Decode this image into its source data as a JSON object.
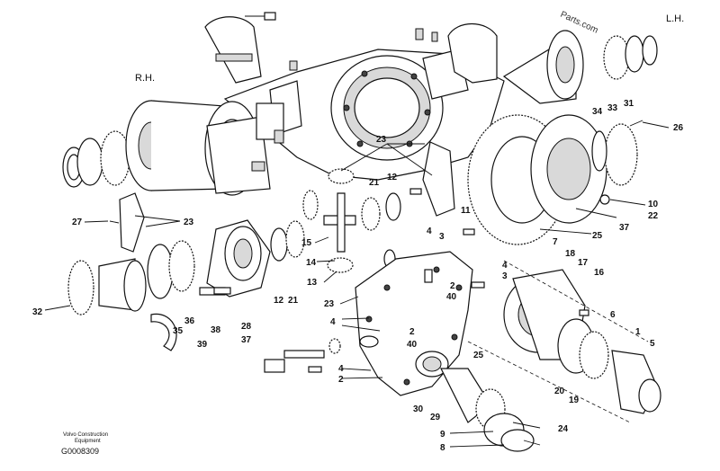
{
  "corner_labels": {
    "rh": "R.H.",
    "lh": "L.H."
  },
  "watermark": "Parts.com",
  "footer": {
    "company_line1": "Volvo Construction",
    "company_line2": "Equipment",
    "code": "G0008309"
  },
  "callouts": {
    "c26": "26",
    "c31": "31",
    "c33": "33",
    "c34": "34",
    "c10": "10",
    "c22": "22",
    "c37a": "37",
    "c25a": "25",
    "c11": "11",
    "c23a": "23",
    "c21a": "21",
    "c12a": "12",
    "c27": "27",
    "c23b": "23",
    "c15": "15",
    "c14": "14",
    "c13": "13",
    "c4a": "4",
    "c3a": "3",
    "c23c": "23",
    "c7": "7",
    "c18": "18",
    "c17": "17",
    "c16": "16",
    "c4b": "4",
    "c3b": "3",
    "c2a": "2",
    "c40a": "40",
    "c32": "32",
    "c36": "36",
    "c38": "38",
    "c35": "35",
    "c39": "39",
    "c28": "28",
    "c37b": "37",
    "c12b": "12",
    "c21b": "21",
    "c4c": "4",
    "c2b": "2",
    "c40b": "40",
    "c6": "6",
    "c1": "1",
    "c5": "5",
    "c25b": "25",
    "c4d": "4",
    "c2c": "2",
    "c20": "20",
    "c19": "19",
    "c30": "30",
    "c29": "29",
    "c24": "24",
    "c9": "9",
    "c8": "8"
  }
}
